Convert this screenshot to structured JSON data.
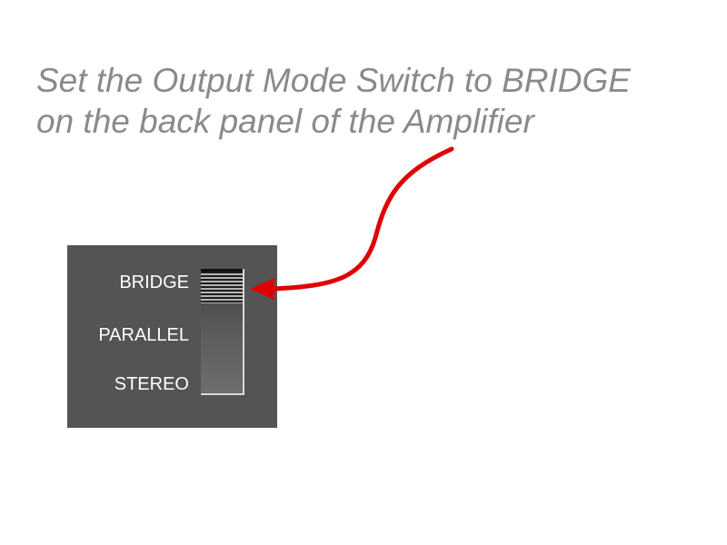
{
  "instruction": {
    "line1": "Set the Output Mode Switch to BRIDGE",
    "line2": "on the back panel of the Amplifier"
  },
  "output_mode_switch": {
    "options": [
      "BRIDGE",
      "PARALLEL",
      "STEREO"
    ],
    "selected": "BRIDGE"
  },
  "colors": {
    "instruction_text": "#8a8a8a",
    "panel": "#545454",
    "arrow": "#e00000",
    "label_text": "#ffffff"
  }
}
